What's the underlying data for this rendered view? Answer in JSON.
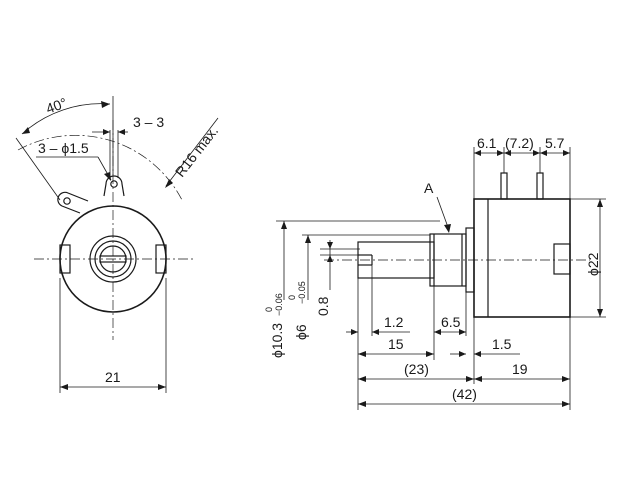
{
  "front_view": {
    "angle_label": "40°",
    "hole_label": "3 – ϕ1.5",
    "spacing_label": "3 – 3",
    "radius_label": "R16 max.",
    "width_label": "21"
  },
  "side_view": {
    "callout_a": "A",
    "top_dims": [
      "6.1",
      "(7.2)",
      "5.7"
    ],
    "height_label": "ϕ22",
    "bushing_dia": {
      "prefix": "ϕ10.3",
      "tol_upper": "0",
      "tol_lower": "−0.06"
    },
    "shaft_dia": {
      "prefix": "ϕ6",
      "tol_upper": "0",
      "tol_lower": "−0.05"
    },
    "slot_depth": "0.8",
    "dim_1_2": "1.2",
    "dim_6_5": "6.5",
    "dim_15": "15",
    "dim_1_5": "1.5",
    "dim_23": "(23)",
    "dim_19": "19",
    "dim_42": "(42)"
  }
}
